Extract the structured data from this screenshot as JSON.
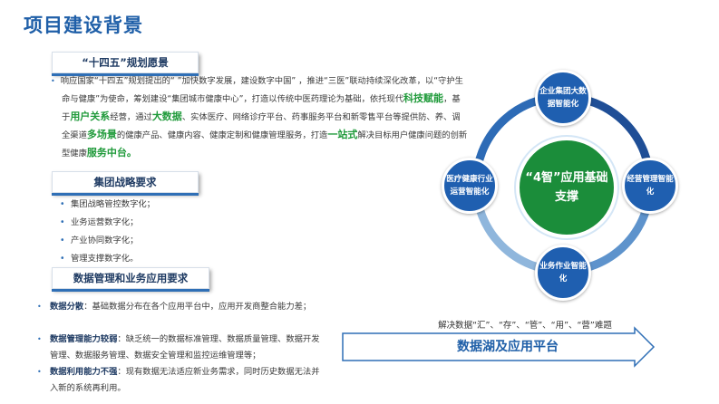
{
  "title": "项目建设背景",
  "vision": {
    "label": "“十四五”规划愿景",
    "para_parts": [
      {
        "t": "响应国家“十四五”规划提出的“ ”加快数字发展，建设数字中国” ，推进“三医”联动持续深化改革，以“守护生命与健康”为使命，筹划建设“集团城市健康中心”，打造以传统中医药理论为基础，依托现代",
        "hl": false
      },
      {
        "t": "科技赋能",
        "hl": true
      },
      {
        "t": "，基于",
        "hl": false
      },
      {
        "t": "用户关系",
        "hl": true
      },
      {
        "t": "经营，通过",
        "hl": false
      },
      {
        "t": "大数据",
        "hl": true
      },
      {
        "t": "、实体医疗、网络诊疗平台、药事服务平台和新零售平台等提供防、养、调全渠道",
        "hl": false
      },
      {
        "t": "多场景",
        "hl": true
      },
      {
        "t": "的健康产品、健康内容、健康定制和健康管理服务，打造",
        "hl": false
      },
      {
        "t": "一站式",
        "hl": true
      },
      {
        "t": "解决目标用户健康问题的创新型健康",
        "hl": false
      },
      {
        "t": "服务中台。",
        "hl": true
      }
    ]
  },
  "strategy": {
    "label": "集团战略要求",
    "items": [
      "集团战略管控数字化；",
      "业务运营数字化；",
      "产业协同数字化；",
      "管理支撑数字化。"
    ]
  },
  "data_mgmt": {
    "label": "数据管理和业务应用要求",
    "items": [
      {
        "name": "数据分散",
        "text": "：基础数据分布在各个应用平台中，应用开发商整合能力差；"
      },
      {
        "name": "数据管理能力较弱",
        "text": "：缺乏统一的数据标准管理、数据质量管理、数据开发管理、数据服务管理、数据安全管理和监控运维管理等；"
      },
      {
        "name": "数据利用能力不强",
        "text": "：现有数据无法适应新业务需求，同时历史数据无法并入新的系统再利用。"
      }
    ]
  },
  "diagram": {
    "center": "“4智”应用基础支撑",
    "nodes": {
      "top": "企业集团大数据智能化",
      "right": "经营管理智能化",
      "bottom": "业务作业智能化",
      "left": "医疗健康行业运营智能化"
    },
    "colors": {
      "ring_dark": "#1f4e96",
      "ring_light": "#8fb6dc",
      "node": "#1f5fb0",
      "center": "#1b8d3a"
    }
  },
  "caption": "解决数据“汇”、“存”、“管”、“用”、“营”难题",
  "arrow_label": "数据湖及应用平台"
}
